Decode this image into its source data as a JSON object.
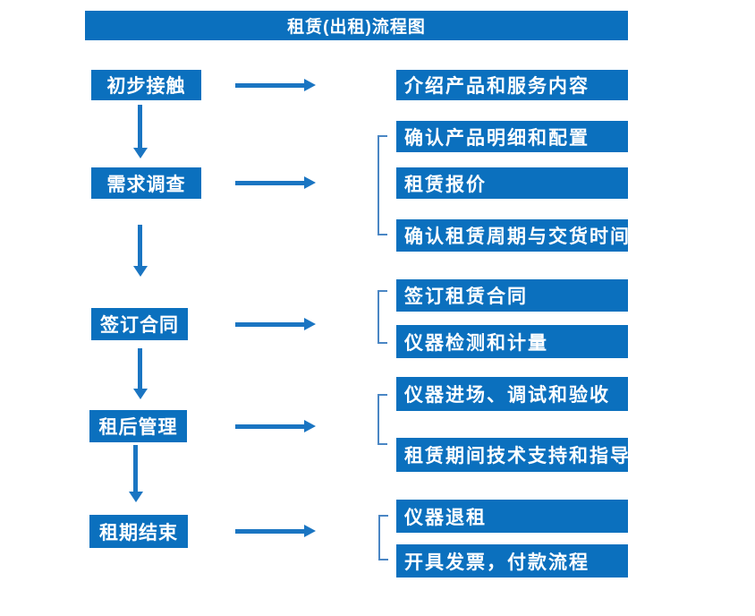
{
  "title": "租赁(出租)流程图",
  "colors": {
    "box_blue": "#0b70be",
    "arrow_blue": "#1a75c2",
    "bracket_blue": "#4a86c4",
    "text_white": "#ffffff",
    "background": "#ffffff"
  },
  "steps": [
    {
      "label": "初步接触",
      "details": [
        "介绍产品和服务内容"
      ]
    },
    {
      "label": "需求调查",
      "details": [
        "确认产品明细和配置",
        "租赁报价",
        "确认租赁周期与交货时间"
      ]
    },
    {
      "label": "签订合同",
      "details": [
        "签订租赁合同",
        "仪器检测和计量"
      ]
    },
    {
      "label": "租后管理",
      "details": [
        "仪器进场、调试和验收",
        "租赁期间技术支持和指导"
      ]
    },
    {
      "label": "租期结束",
      "details": [
        "仪器退租",
        "开具发票，付款流程"
      ]
    }
  ]
}
